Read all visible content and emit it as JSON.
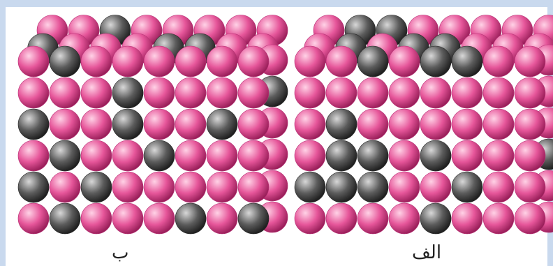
{
  "figure": {
    "panels": [
      {
        "caption": "ب",
        "dark_front": [
          [
            0,
            1
          ],
          [
            1,
            3
          ],
          [
            2,
            0
          ],
          [
            2,
            3
          ],
          [
            2,
            6
          ],
          [
            3,
            1
          ],
          [
            3,
            4
          ],
          [
            4,
            0
          ],
          [
            4,
            2
          ],
          [
            5,
            1
          ],
          [
            5,
            5
          ],
          [
            5,
            7
          ]
        ],
        "dark_top": [
          [
            0,
            2
          ],
          [
            1,
            5
          ],
          [
            2,
            0
          ],
          [
            2,
            4
          ]
        ],
        "dark_side": [
          [
            1,
            1
          ],
          [
            3,
            3
          ],
          [
            4,
            2
          ]
        ]
      },
      {
        "caption": "الف",
        "dark_front": [
          [
            0,
            2
          ],
          [
            0,
            4
          ],
          [
            0,
            5
          ],
          [
            2,
            1
          ],
          [
            3,
            1
          ],
          [
            3,
            2
          ],
          [
            3,
            4
          ],
          [
            4,
            0
          ],
          [
            4,
            1
          ],
          [
            4,
            2
          ],
          [
            4,
            5
          ],
          [
            5,
            4
          ]
        ],
        "dark_top": [
          [
            0,
            1
          ],
          [
            0,
            2
          ],
          [
            1,
            3
          ],
          [
            1,
            4
          ],
          [
            2,
            1
          ]
        ],
        "dark_side": [
          [
            3,
            1
          ],
          [
            4,
            2
          ]
        ]
      }
    ],
    "colors": {
      "pink": "#e6569a",
      "pink_light": "#ffd2e6",
      "pink_dark": "#9a1f5a",
      "gray": "#5c5c5c",
      "gray_light": "#d8d8d8",
      "gray_dark": "#1f1f1f"
    }
  }
}
